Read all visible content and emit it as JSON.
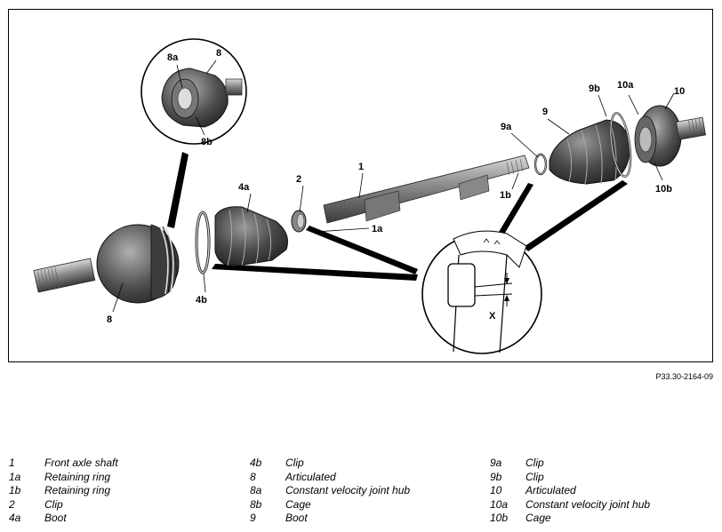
{
  "callouts": {
    "c1": "1",
    "c1a": "1a",
    "c1b": "1b",
    "c2": "2",
    "c4a": "4a",
    "c4b": "4b",
    "c8": "8",
    "c8_zoom": "8",
    "c8a": "8a",
    "c8b": "8b",
    "c9": "9",
    "c9a": "9a",
    "c9b": "9b",
    "c10": "10",
    "c10a": "10a",
    "c10b": "10b",
    "cx": "X"
  },
  "reference": "P33.30-2164-09",
  "legend": {
    "col1": [
      {
        "num": "1",
        "desc": "Front axle shaft"
      },
      {
        "num": "1a",
        "desc": "Retaining ring"
      },
      {
        "num": "1b",
        "desc": "Retaining ring"
      },
      {
        "num": "2",
        "desc": "Clip"
      },
      {
        "num": "4a",
        "desc": "Boot"
      }
    ],
    "col2": [
      {
        "num": "4b",
        "desc": "Clip"
      },
      {
        "num": "8",
        "desc": "Articulated"
      },
      {
        "num": "8a",
        "desc": "Constant velocity joint hub"
      },
      {
        "num": "8b",
        "desc": "Cage"
      },
      {
        "num": "9",
        "desc": "Boot"
      }
    ],
    "col3": [
      {
        "num": "9a",
        "desc": "Clip"
      },
      {
        "num": "9b",
        "desc": "Clip"
      },
      {
        "num": "10",
        "desc": "Articulated"
      },
      {
        "num": "10a",
        "desc": "Constant velocity joint hub"
      },
      {
        "num": "10b",
        "desc": "Cage"
      }
    ]
  }
}
